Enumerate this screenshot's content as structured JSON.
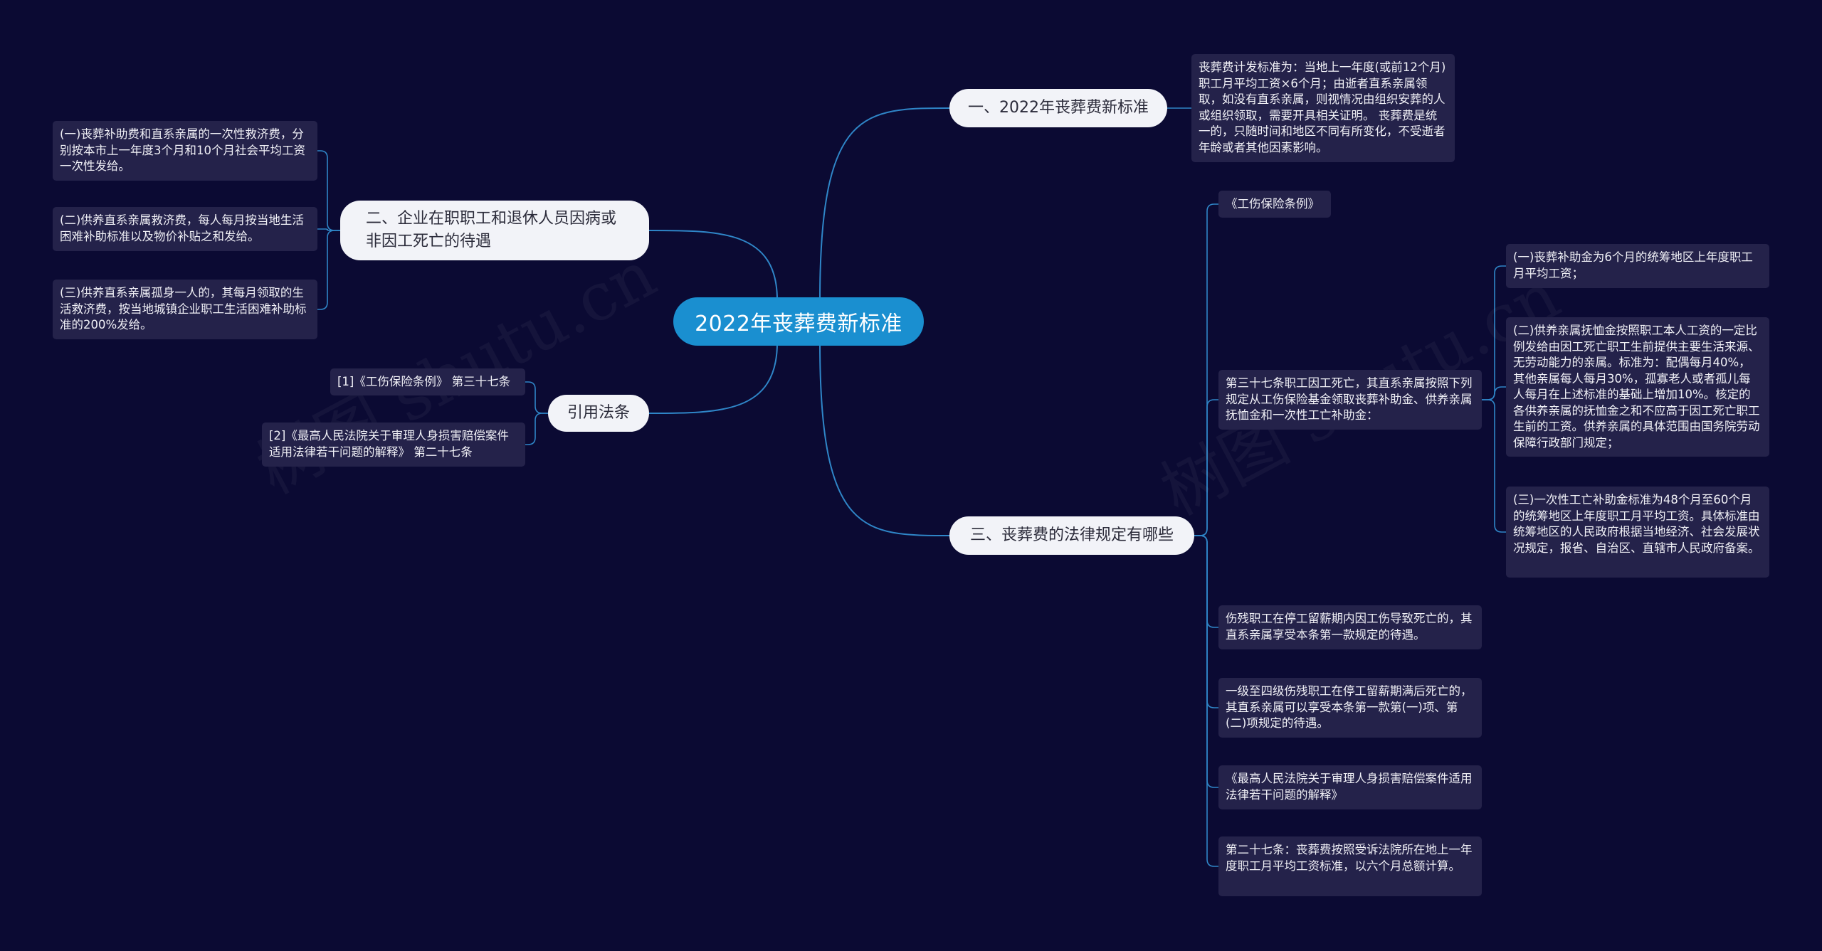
{
  "root": {
    "label": "2022年丧葬费新标准"
  },
  "branches": {
    "b1": {
      "label": "一、2022年丧葬费新标准"
    },
    "b2": {
      "label": "二、企业在职职工和退休人员因病或非因工死亡的待遇"
    },
    "b3": {
      "label": "引用法条"
    },
    "b4": {
      "label": "三、丧葬费的法律规定有哪些"
    }
  },
  "leaves": {
    "b1_l1": "丧葬费计发标准为：当地上一年度(或前12个月)职工月平均工资×6个月；由逝者直系亲属领取，如没有直系亲属，则视情况由组织安葬的人或组织领取，需要开具相关证明。 丧葬费是统一的，只随时间和地区不同有所变化，不受逝者年龄或者其他因素影响。",
    "b2_l1": "(一)丧葬补助费和直系亲属的一次性救济费，分别按本市上一年度3个月和10个月社会平均工资一次性发给。",
    "b2_l2": "(二)供养直系亲属救济费，每人每月按当地生活困难补助标准以及物价补贴之和发给。",
    "b2_l3": "(三)供养直系亲属孤身一人的，其每月领取的生活救济费，按当地城镇企业职工生活困难补助标准的200%发给。",
    "b3_l1": "[1]《工伤保险条例》 第三十七条",
    "b3_l2": "[2]《最高人民法院关于审理人身损害赔偿案件适用法律若干问题的解释》 第二十七条",
    "b4_l1": "《工伤保险条例》",
    "b4_l2": "第三十七条职工因工死亡，其直系亲属按照下列规定从工伤保险基金领取丧葬补助金、供养亲属抚恤金和一次性工亡补助金：",
    "b4_l2_c1": "(一)丧葬补助金为6个月的统筹地区上年度职工月平均工资；",
    "b4_l2_c2": "(二)供养亲属抚恤金按照职工本人工资的一定比例发给由因工死亡职工生前提供主要生活来源、无劳动能力的亲属。标准为：配偶每月40%，其他亲属每人每月30%，孤寡老人或者孤儿每人每月在上述标准的基础上增加10%。核定的各供养亲属的抚恤金之和不应高于因工死亡职工生前的工资。供养亲属的具体范围由国务院劳动保障行政部门规定；",
    "b4_l2_c3": "(三)一次性工亡补助金标准为48个月至60个月的统筹地区上年度职工月平均工资。具体标准由统筹地区的人民政府根据当地经济、社会发展状况规定，报省、自治区、直辖市人民政府备案。",
    "b4_l3": "伤残职工在停工留薪期内因工伤导致死亡的，其直系亲属享受本条第一款规定的待遇。",
    "b4_l4": "一级至四级伤残职工在停工留薪期满后死亡的，其直系亲属可以享受本条第一款第(一)项、第(二)项规定的待遇。",
    "b4_l5": "《最高人民法院关于审理人身损害赔偿案件适用法律若干问题的解释》",
    "b4_l6": "第二十七条：丧葬费按照受诉法院所在地上一年度职工月平均工资标准，以六个月总额计算。"
  },
  "watermark": {
    "text": "树图 shutu.cn"
  },
  "colors": {
    "background": "#0b0a33",
    "root": "#1a8fd0",
    "branch": "#f2f3f8",
    "leaf": "#24224a",
    "link": "#2f86c8"
  }
}
